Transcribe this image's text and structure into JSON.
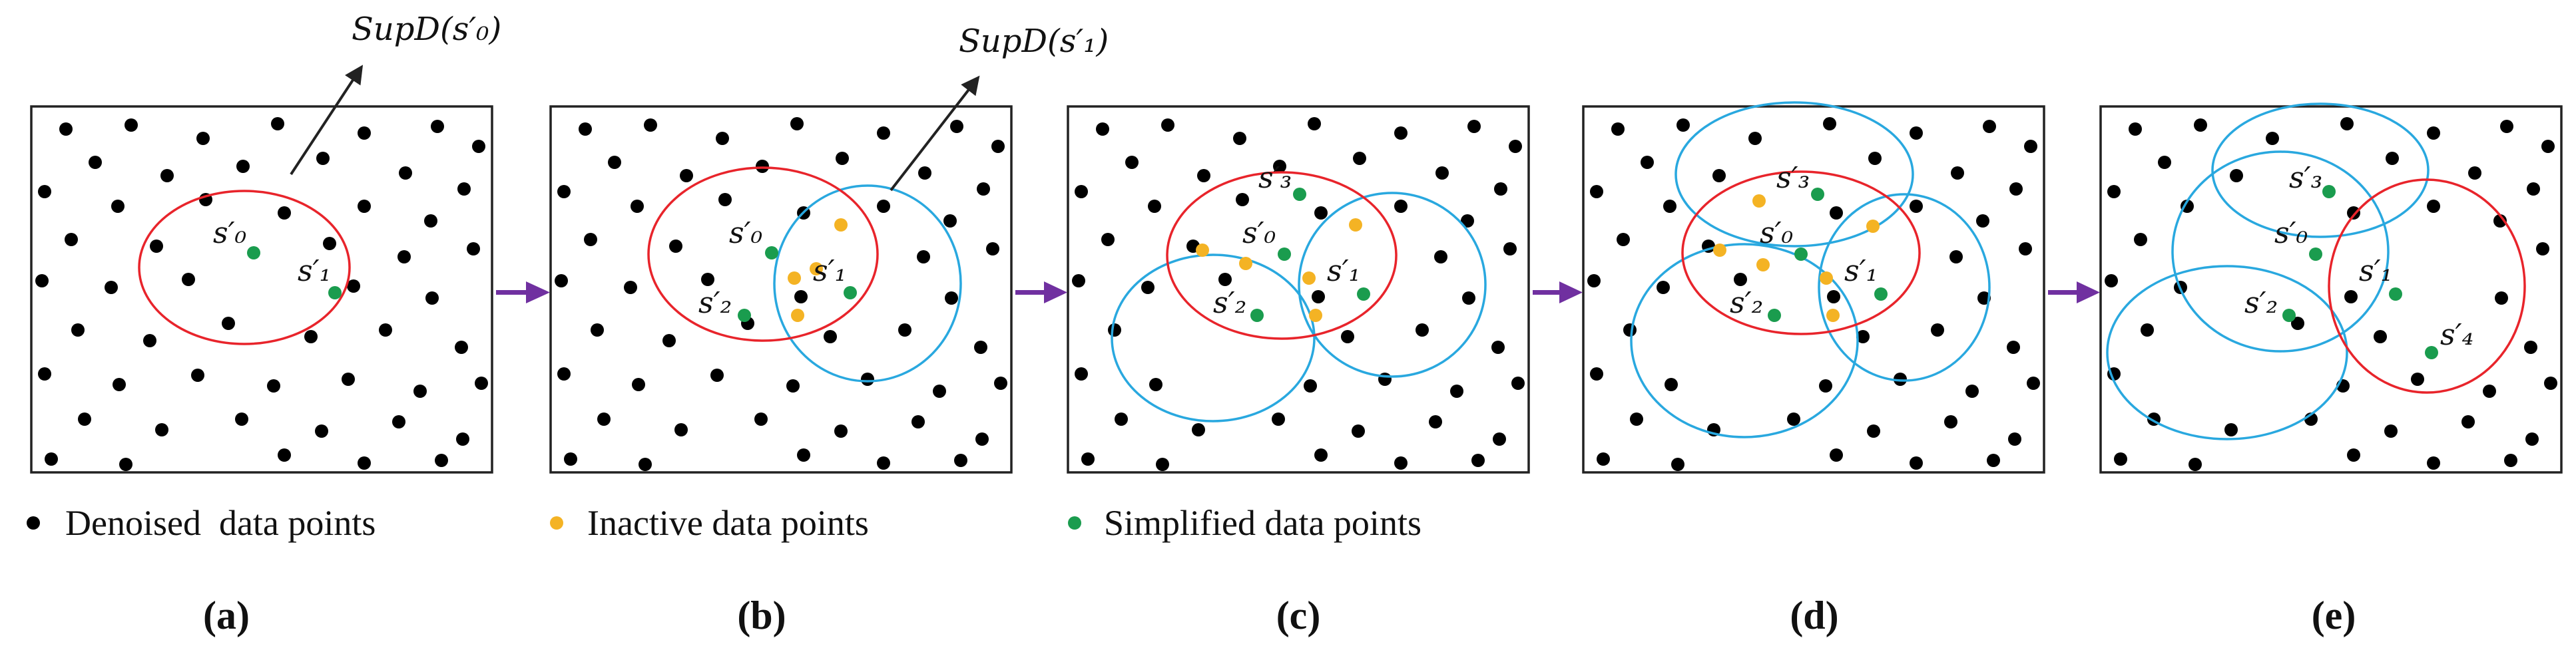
{
  "annotations": {
    "sup_d0": "SupD(s′₀)",
    "sup_d1": "SupD(s′₁)"
  },
  "point_labels": {
    "s0": "s′₀",
    "s1": "s′₁",
    "s2": "s′₂",
    "s3": "s′₃",
    "s4": "s′₄"
  },
  "legend": {
    "denoised": "Denoised  data points",
    "inactive": "Inactive data points",
    "simplified": "Simplified data points"
  },
  "panel_labels": [
    "(a)",
    "(b)",
    "(c)",
    "(d)",
    "(e)"
  ],
  "colors": {
    "denoised": "#000000",
    "inactive": "#f4b324",
    "simplified": "#1a9c4e",
    "active_support": "#e8242b",
    "processed_support": "#29a8df",
    "arrow": "#7030a0"
  }
}
